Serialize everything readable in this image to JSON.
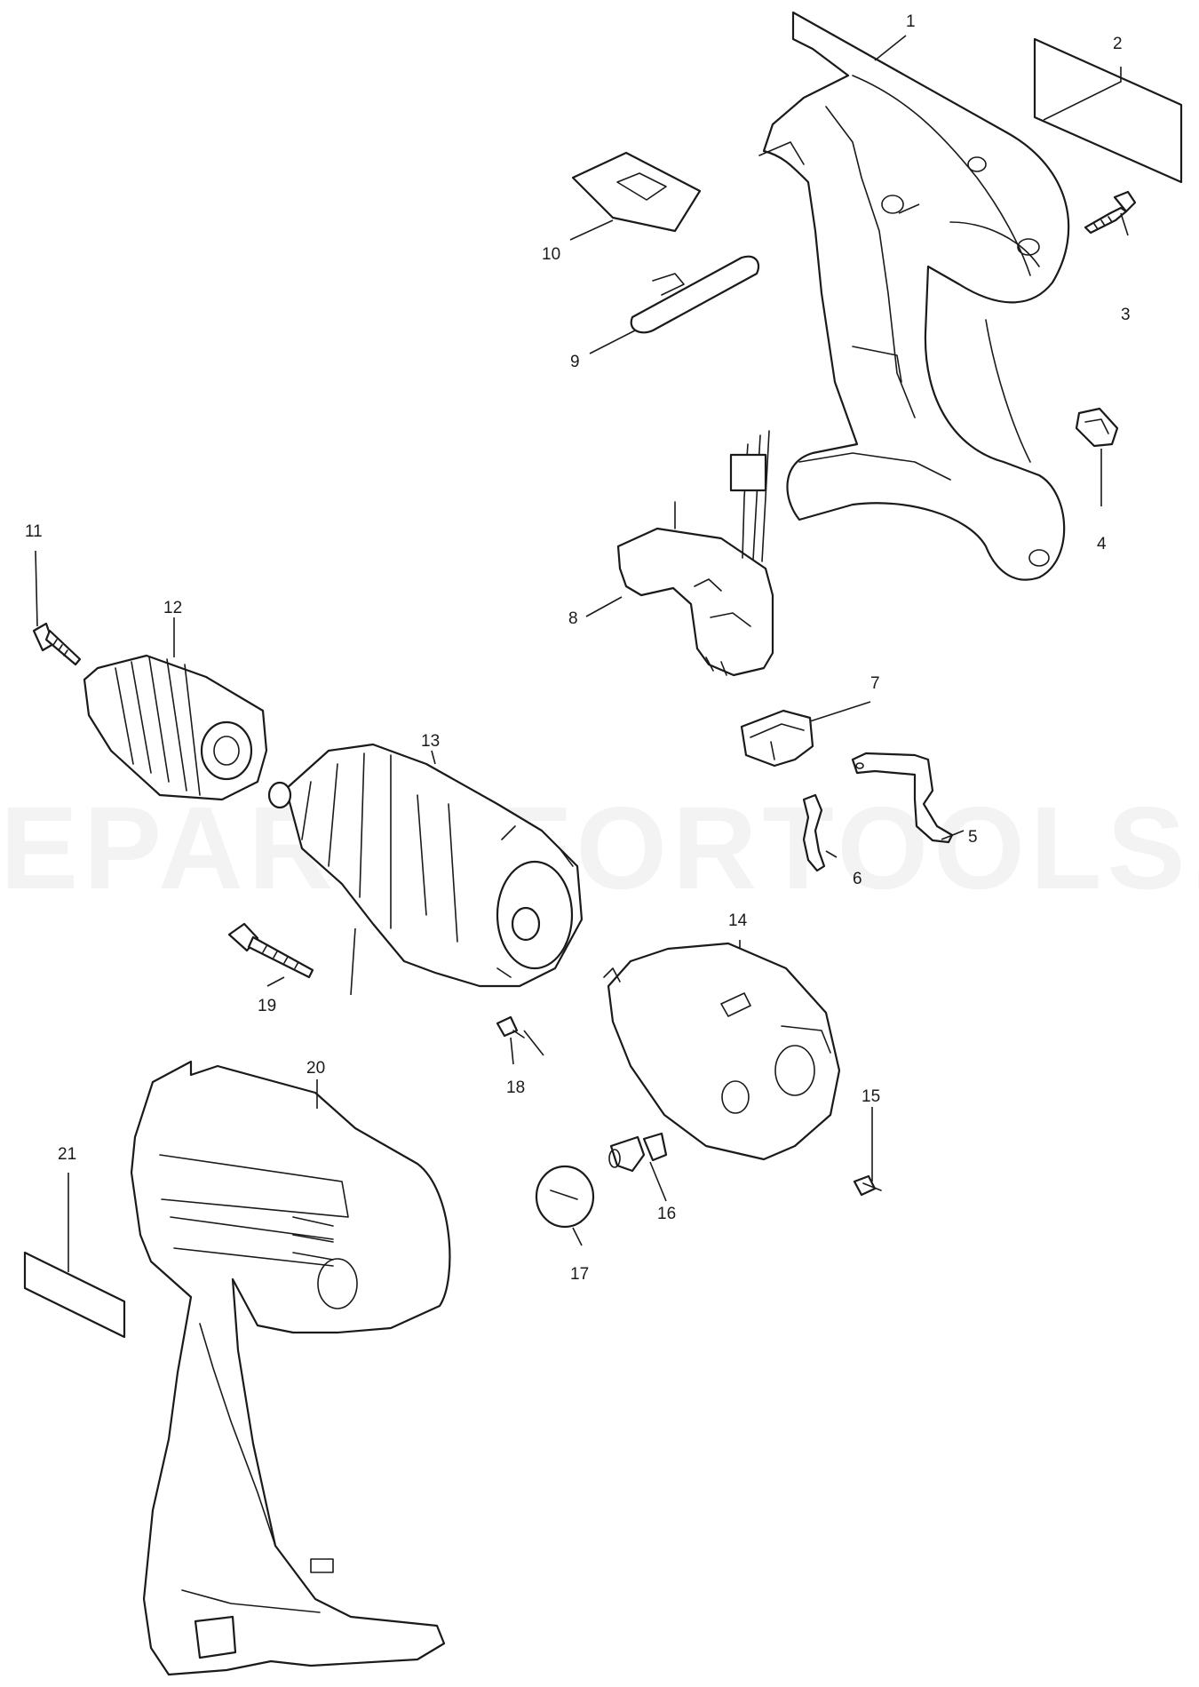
{
  "watermark": "EPARTSFORTOOLS.CO",
  "callouts": [
    "1",
    "2",
    "3",
    "4",
    "5",
    "6",
    "7",
    "8",
    "9",
    "10",
    "11",
    "12",
    "13",
    "14",
    "15",
    "16",
    "17",
    "18",
    "19",
    "20",
    "21"
  ]
}
